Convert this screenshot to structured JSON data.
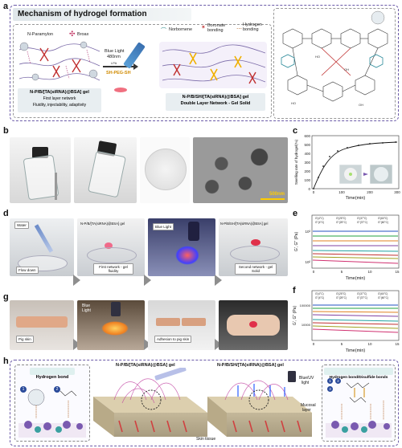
{
  "panel_a": {
    "letter": "a",
    "title": "Mechanism of hydrogel formation",
    "legend": {
      "n_paramylon": "N-Paramylon",
      "broax": "Broax",
      "norbornene": "Norbornene",
      "boronate": "Boronate bonding",
      "hydrogen": "Hydrogen bonding"
    },
    "light": {
      "line1": "Blue Light",
      "line2": "480nm",
      "line3": "LPA",
      "reagent": "SH-PEG-SH"
    },
    "gel1": {
      "name": "N-P/B/[TA(siRNA)@BSA] gel",
      "sub1": "First layer network",
      "sub2": "Fluidity, injectability, adaptivity"
    },
    "gel2": {
      "name": "N-P/B/SH/[TA(siRNA)@BSA] gel",
      "sub": "Double Layer Network - Gel Solid"
    }
  },
  "panel_b": {
    "letter": "b",
    "scale": "500nm"
  },
  "panel_c": {
    "letter": "c",
    "ylabel": "Swelling rate of hydrogel(%)",
    "xlabel": "Time(min)",
    "xticks": [
      "0",
      "100",
      "200",
      "300"
    ],
    "yticks": [
      "0",
      "100",
      "200",
      "300",
      "400",
      "500",
      "600"
    ]
  },
  "panel_d": {
    "letter": "d",
    "water": "Water",
    "flow": "Flow down",
    "gel_label1": "N-P/B/[TA(siRNA)@BSA] gel",
    "first_net": "First network - gel fluidity",
    "blue": "Blue Light",
    "gel_label2": "N-P/B/SH/[TA(siRNA)@BSA] gel",
    "second_net": "Second network - gel Solid"
  },
  "panel_e": {
    "letter": "e",
    "ylabel": "G', G'' (Pa)",
    "xlabel": "Time(min)",
    "xticks": [
      "0",
      "5",
      "10",
      "15"
    ],
    "yticks": [
      "10³",
      "10²"
    ],
    "legend": [
      "G'(4°C)",
      "G'(25°C)",
      "G'(37°C)",
      "G'(60°C)",
      "G''(4°C)",
      "G''(25°C)",
      "G''(37°C)",
      "G''(60°C)"
    ]
  },
  "panel_f": {
    "letter": "f",
    "ylabel": "G', G'' (Pa)",
    "xlabel": "Time(min)",
    "xticks": [
      "0",
      "5",
      "10",
      "15"
    ],
    "yticks": [
      "100000",
      "10000"
    ],
    "legend": [
      "G'(4°C)",
      "G'(25°C)",
      "G'(37°C)",
      "G'(60°C)",
      "G''(4°C)",
      "G''(25°C)",
      "G''(37°C)",
      "G''(60°C)"
    ]
  },
  "panel_g": {
    "letter": "g",
    "pig": "Pig skin",
    "blue1": "Blue",
    "blue2": "Light",
    "adhesion": "Adhesion to pig skin"
  },
  "panel_h": {
    "letter": "h",
    "hbond": "Hydrogen bond",
    "gel1": "N-P/B/[TA(siRNA)@BSA] gel",
    "gel2": "N-P/B/SH/[TA(siRNA)@BSA] gel",
    "blueuv1": "Blue/UV",
    "blueuv2": "light",
    "mucosal1": "Mucosal",
    "mucosal2": "layer",
    "skin": "Skin tissue",
    "hbond2": "Hydrogen bond/Disulfide bonds",
    "n1": "1",
    "n2": "2",
    "n3": "3"
  },
  "colors": {
    "frame": "#6b5aa8",
    "teal": "#3a9a9a",
    "blue_light": "#2b5cff",
    "red_gel": "#e0304a"
  }
}
